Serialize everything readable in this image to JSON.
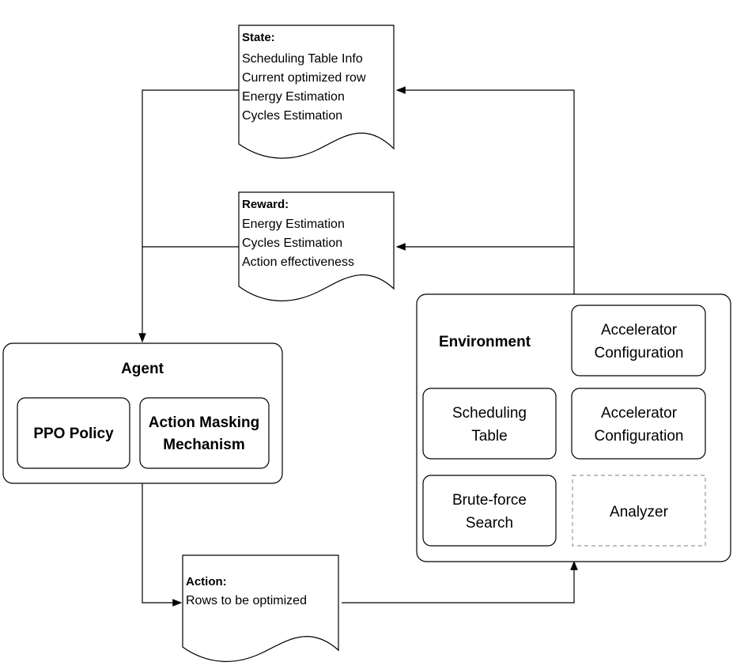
{
  "state_doc": {
    "heading": "State:",
    "lines": [
      "Scheduling Table Info",
      "Current optimized row",
      "Energy Estimation",
      "Cycles Estimation"
    ]
  },
  "reward_doc": {
    "heading": "Reward:",
    "lines": [
      "Energy Estimation",
      "Cycles Estimation",
      "Action effectiveness"
    ]
  },
  "action_doc": {
    "heading": "Action:",
    "lines": [
      "Rows to be optimized"
    ]
  },
  "agent": {
    "title": "Agent",
    "ppo": [
      "PPO Policy"
    ],
    "masking": [
      "Action Masking",
      "Mechanism"
    ]
  },
  "environment": {
    "title": "Environment",
    "accel_top": [
      "Accelerator",
      "Configuration"
    ],
    "scheduling": [
      "Scheduling",
      "Table"
    ],
    "accel_mid": [
      "Accelerator",
      "Configuration"
    ],
    "bruteforce": [
      "Brute-force",
      "Search"
    ],
    "analyzer": [
      "Analyzer"
    ]
  }
}
